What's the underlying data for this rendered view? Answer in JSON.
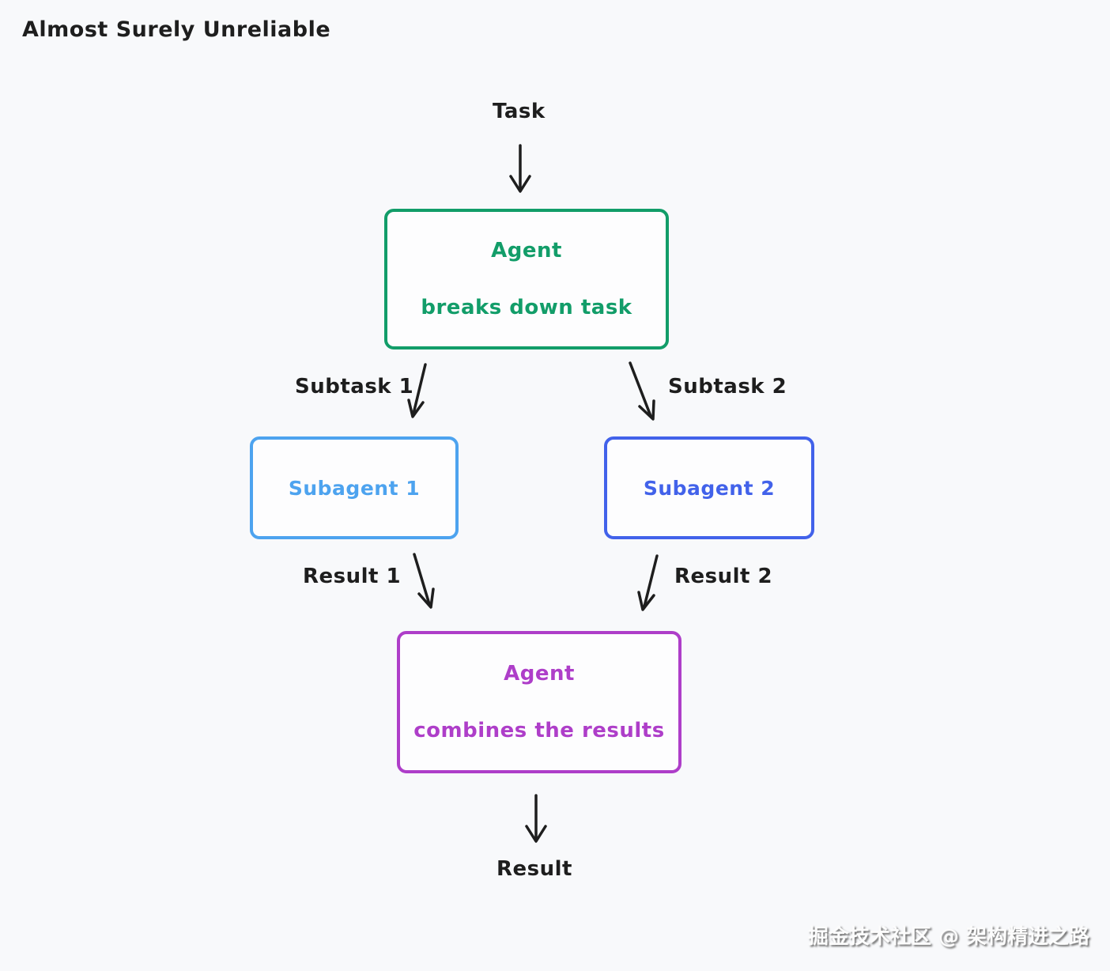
{
  "title": "Almost Surely Unreliable",
  "colors": {
    "background": "#f8f9fb",
    "ink": "#1e1e1e",
    "green": "#129d69",
    "light_blue": "#4da3ef",
    "royal_blue": "#4262ea",
    "purple": "#ae3ec9"
  },
  "nodes": {
    "task": {
      "label": "Task"
    },
    "agent_breakdown": {
      "line1": "Agent",
      "line2": "breaks down task"
    },
    "subagent1": {
      "label": "Subagent 1"
    },
    "subagent2": {
      "label": "Subagent 2"
    },
    "agent_combine": {
      "line1": "Agent",
      "line2": "combines the results"
    },
    "result": {
      "label": "Result"
    }
  },
  "edge_labels": {
    "subtask1": "Subtask 1",
    "subtask2": "Subtask 2",
    "result1": "Result 1",
    "result2": "Result 2"
  },
  "watermark": "掘金技术社区 @ 架构精进之路"
}
